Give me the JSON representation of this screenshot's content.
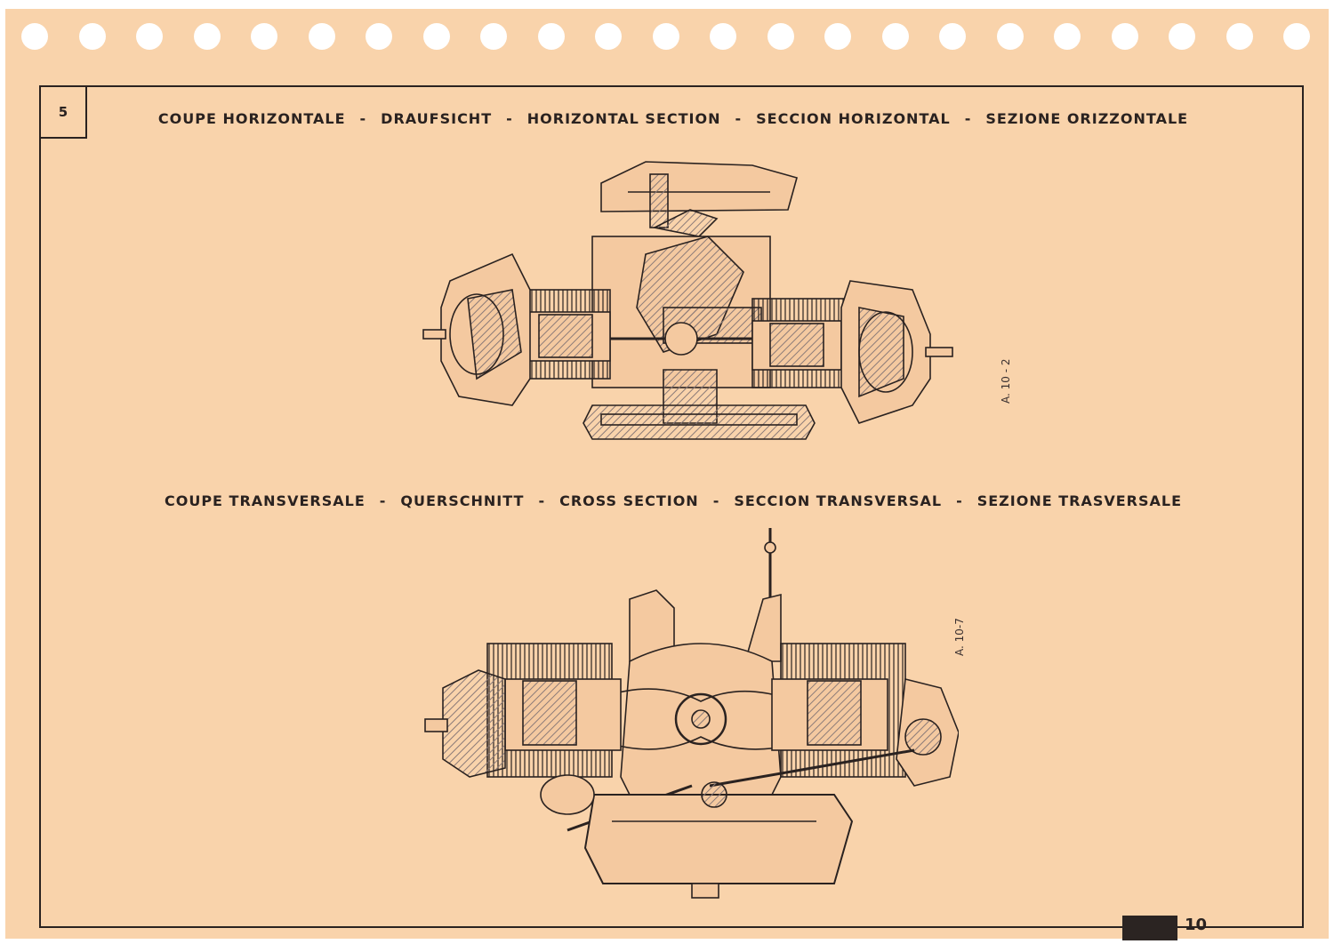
{
  "page": {
    "section_number": "5",
    "page_number": "10"
  },
  "top_view": {
    "titles": [
      "COUPE HORIZONTALE",
      "DRAUFSICHT",
      "HORIZONTAL SECTION",
      "SECCION HORIZONTAL",
      "SEZIONE ORIZZONTALE"
    ],
    "separator": "-",
    "reference": "A. 10 - 2"
  },
  "bottom_view": {
    "titles": [
      "COUPE TRANSVERSALE",
      "QUERSCHNITT",
      "CROSS SECTION",
      "SECCION TRANSVERSAL",
      "SEZIONE TRASVERSALE"
    ],
    "separator": "-",
    "reference": "A. 10-7"
  },
  "colors": {
    "paper": "#f9d3ab",
    "ink": "#2a2220",
    "hatch": "#8a7a78"
  }
}
